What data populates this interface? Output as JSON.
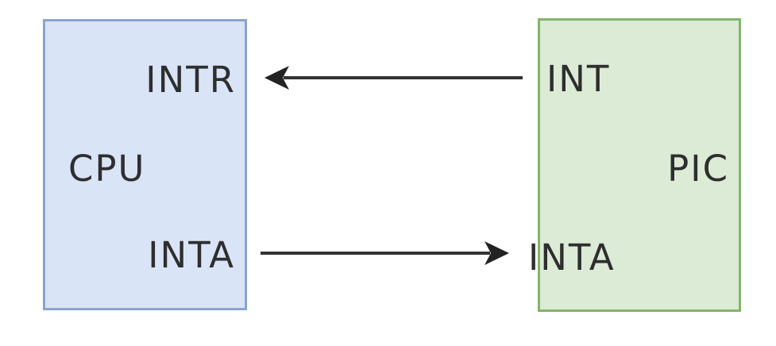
{
  "diagram": {
    "cpu": {
      "label": "CPU",
      "pin_intr": "INTR",
      "pin_inta": "INTA",
      "fill": "#d9e4f7",
      "border": "#8ba4cf"
    },
    "pic": {
      "label": "PIC",
      "pin_int": "INT",
      "pin_inta": "INTA",
      "fill": "#dcebd6",
      "border": "#83b56b"
    },
    "arrows": {
      "color": "#333333",
      "head_color": "#222222",
      "int_arrow": "PIC INT to CPU INTR",
      "inta_arrow": "CPU INTA to PIC INTA"
    }
  }
}
